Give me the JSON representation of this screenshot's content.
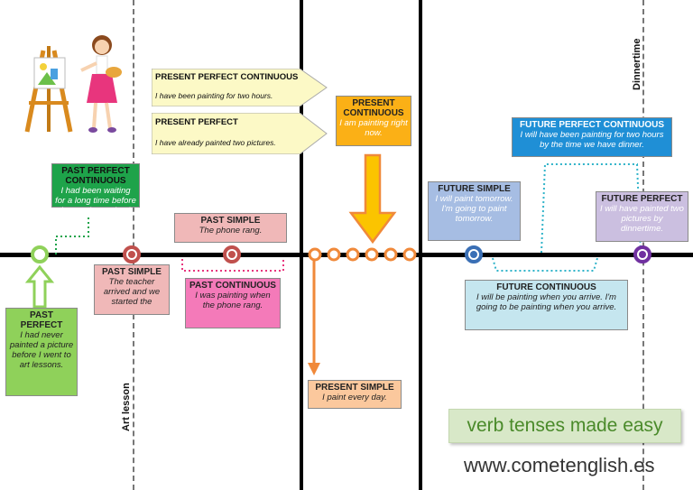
{
  "labels": {
    "art_lesson": "Art lesson",
    "dinnertime": "Dinnertime"
  },
  "boxes": {
    "past_perfect_continuous": {
      "title": "PAST PERFECT CONTINUOUS",
      "desc": "I had been waiting for a long time before the teacher arrived."
    },
    "past_simple_1": {
      "title": "PAST SIMPLE",
      "desc": "The teacher arrived and we started the"
    },
    "past_perfect": {
      "title": "PAST PERFECT",
      "desc": "I had never painted a picture before I went to art lessons."
    },
    "past_simple_2": {
      "title": "PAST SIMPLE",
      "desc": "The phone rang."
    },
    "past_continuous": {
      "title": "PAST CONTINUOUS",
      "desc": "I was painting when the phone rang."
    },
    "present_perfect_continuous": {
      "title": "PRESENT PERFECT CONTINUOUS",
      "desc": "I have been painting for two hours."
    },
    "present_perfect": {
      "title": "PRESENT PERFECT",
      "desc": "I have already painted two pictures."
    },
    "present_continuous": {
      "title": "PRESENT CONTINUOUS",
      "desc": "I am painting right now."
    },
    "present_simple": {
      "title": "PRESENT SIMPLE",
      "desc": "I paint every day."
    },
    "future_simple": {
      "title": "FUTURE SIMPLE",
      "desc": "I will paint tomorrow. I'm going to paint tomorrow."
    },
    "future_perfect_continuous": {
      "title": "FUTURE PERFECT CONTINUOUS",
      "desc": "I will have been painting for two hours by the time we have dinner."
    },
    "future_perfect": {
      "title": "FUTURE PERFECT",
      "desc": "I will have painted two pictures by dinnertime."
    },
    "future_continuous": {
      "title": "FUTURE CONTINUOUS",
      "desc": "I will be painting when you arrive. I'm going to be painting when you arrive."
    }
  },
  "branding": {
    "tagline": "verb tenses made easy",
    "website": "www.cometenglish.es"
  },
  "colors": {
    "green": "#8fd15a",
    "dark_green": "#1ea34a",
    "pink": "#f47ab9",
    "rose": "#f0b8b8",
    "cream": "#fcf9c6",
    "orange": "#fbb016",
    "peach": "#fbc89d",
    "blue": "#a6bde3",
    "light_blue": "#c5e6ef",
    "lavender": "#cbbfe0",
    "red_marker": "#c0504d",
    "purple_marker": "#7030a0"
  }
}
